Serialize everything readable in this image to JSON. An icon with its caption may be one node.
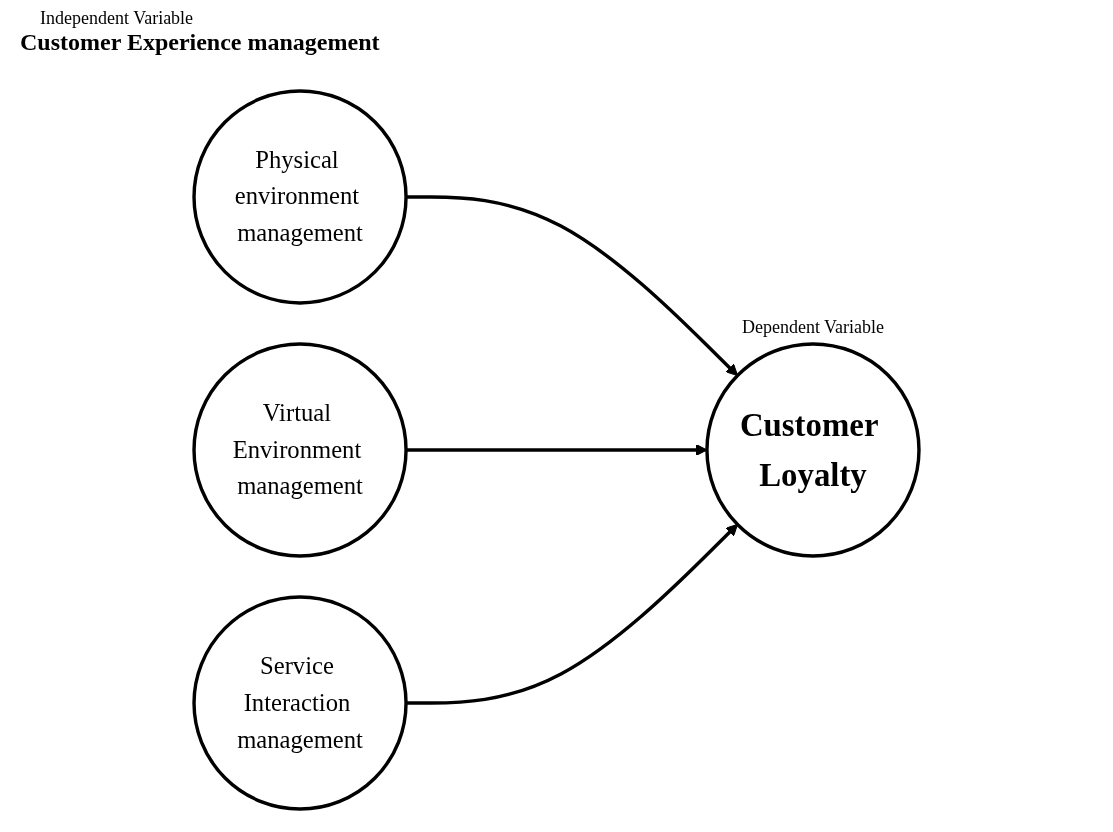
{
  "diagram": {
    "nodes": [
      {
        "text": [
          "Physical environment management"
        ]
      },
      {
        "text": [
          "Virtual Environment management"
        ]
      },
      {
        "text": [
          "Service Interaction management"
        ]
      },
      {
        "text": [
          "Customer Loyalty"
        ],
        "beside": [
          "Dependent Variable"
        ]
      }
    ],
    "edges": [
      {
        "from": 0,
        "to": 3,
        "arrow": "to"
      },
      {
        "from": 1,
        "to": 3,
        "arrow": "to"
      },
      {
        "from": 2,
        "to": 3,
        "arrow": "to"
      }
    ],
    "labels": [
      "Independent Variable",
      "Customer Experience management"
    ]
  }
}
